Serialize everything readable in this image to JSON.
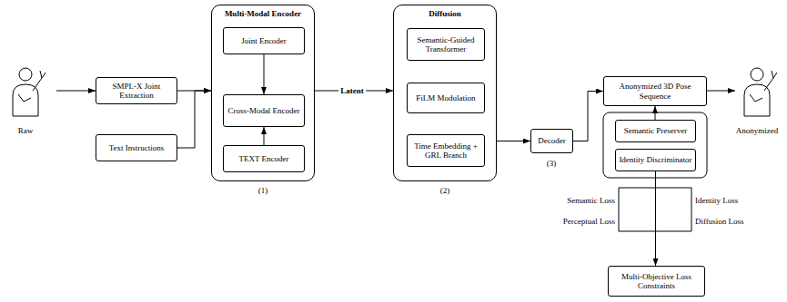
{
  "diagram": {
    "nodes": [
      {
        "text": [
          "SMPL-X Joint Extraction"
        ]
      },
      {
        "text": [
          "Text Instructions"
        ]
      },
      {
        "text": [
          "Multi-Modal Encoder"
        ]
      },
      {
        "text": [
          "Joint Encoder"
        ],
        "in": 2
      },
      {
        "text": [
          "Cross-Modal Encoder"
        ],
        "in": 2
      },
      {
        "text": [
          "TEXT Encoder"
        ],
        "in": 2
      },
      {
        "text": [
          "Diffusion"
        ]
      },
      {
        "text": [
          "Semantic-Guided Transformer"
        ],
        "in": 6
      },
      {
        "text": [
          "FiLM Modulation"
        ],
        "in": 6
      },
      {
        "text": [
          "Time Embedding + GRL Branch"
        ],
        "in": 6
      },
      {
        "text": [
          "Decoder"
        ]
      },
      {
        "text": [
          "Anonymized 3D Pose Sequence"
        ]
      },
      {
        "text": [
          "Semantic Preserver"
        ]
      },
      {
        "text": [
          "Identity Discriminator"
        ]
      },
      {
        "text": [
          "Multi-Objective Loss Constraints"
        ]
      }
    ],
    "edges": [
      {
        "from": 0,
        "to": 2,
        "arrow": "to"
      },
      {
        "from": 1,
        "to": 2,
        "arrow": "to"
      },
      {
        "from": 3,
        "to": 4,
        "arrow": "to"
      },
      {
        "from": 5,
        "to": 4,
        "arrow": "to"
      },
      {
        "from": 2,
        "to": 6,
        "label": "Latent",
        "arrow": "to"
      },
      {
        "from": 6,
        "to": 10,
        "arrow": "to"
      },
      {
        "from": 10,
        "to": 11,
        "arrow": "to"
      },
      {
        "from": 12,
        "to": 11,
        "arrow": "to"
      },
      {
        "from": 13,
        "to": 14,
        "arrow": "to"
      }
    ],
    "labels": [
      "Raw",
      "(1)",
      "(2)",
      "(3)",
      "Anonymized",
      "Semantic Loss",
      "Identity Loss",
      "Perceptual Loss",
      "Diffusion Loss"
    ]
  }
}
